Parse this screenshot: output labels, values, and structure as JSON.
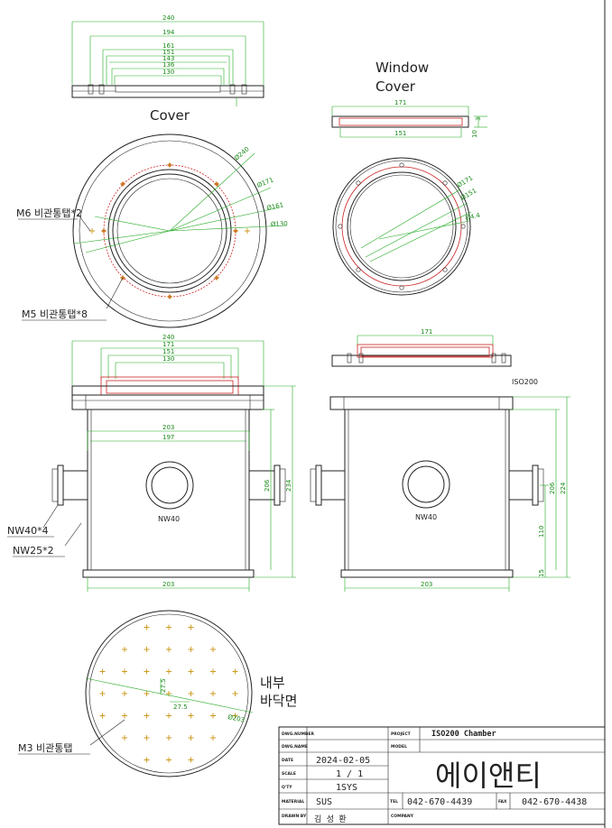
{
  "labels": {
    "cover": "Cover",
    "window_cover_1": "Window",
    "window_cover_2": "Cover",
    "m6_tap": "M6  비관통탭*2",
    "m5_tap": "M5  비관통탭*8",
    "nw40_count": "NW40*4",
    "nw25_count": "NW25*2",
    "port_left": "NW40",
    "port_right": "NW40",
    "iso_label": "ISO200",
    "inner_bottom_1": "내부",
    "inner_bottom_2": "바닥면",
    "m3_tap": "M3  비관통탭"
  },
  "dimensions": {
    "top_view": [
      "240",
      "194",
      "161",
      "151",
      "143",
      "136",
      "130"
    ],
    "cover_circle": [
      "Ø240",
      "Ø171",
      "Ø161",
      "Ø130"
    ],
    "window_top": "171",
    "window_bottom": "151",
    "window_side": [
      "3",
      "10"
    ],
    "window_circle": [
      "Ø171",
      "Ø151",
      "Ø4.4"
    ],
    "front_flange": [
      "240",
      "171",
      "151",
      "130"
    ],
    "front_body": [
      "203",
      "197"
    ],
    "front_bottom": "203",
    "front_right": [
      "206",
      "234"
    ],
    "side_flange": "171",
    "side_right": [
      "206",
      "224"
    ],
    "side_small": [
      "110",
      "15"
    ],
    "side_bottom": "203",
    "bottom_plate": [
      "27.5",
      "27.5",
      "Ø203"
    ]
  },
  "title_block": {
    "dwg_no_label": "DWG.NUMBER",
    "dwg_name_label": "DWG.NAME",
    "date_label": "DATE",
    "scale_label": "SCALE",
    "qty_label": "Q'TY",
    "material_label": "MATERIAL",
    "drawn_label": "DRAWN BY",
    "project_label": "PROJECT",
    "model_label": "MODEL",
    "company_label": "COMPANY",
    "project": "ISO200 Chamber",
    "date": "2024-02-05",
    "scale": "1 / 1",
    "qty": "1SYS",
    "material": "SUS",
    "company": "에이앤티",
    "tel_label": "TEL",
    "tel": "042-670-4439",
    "fax_label": "FAX",
    "fax": "042-670-4438",
    "drawn_by": "김 성 환"
  },
  "colors": {
    "line": "#222222",
    "dimension": "#22aa22",
    "red_line": "#cc2222",
    "tap_mark": "#cc9a1c"
  }
}
